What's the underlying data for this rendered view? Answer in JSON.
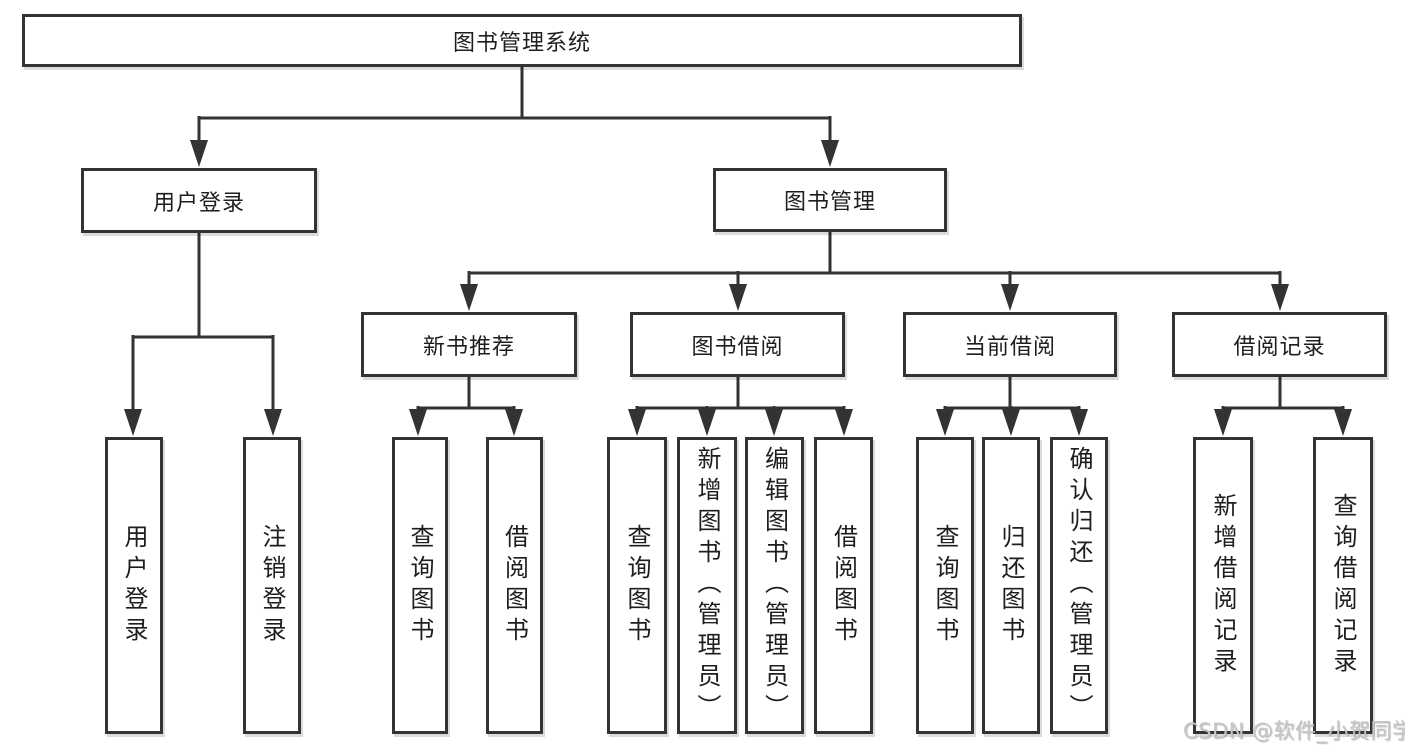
{
  "tree": {
    "root": "图书管理系统",
    "level2": [
      {
        "id": "user-login",
        "label": "用户登录",
        "leaves": [
          "用户登录",
          "注销登录"
        ]
      },
      {
        "id": "book-management",
        "label": "图书管理",
        "level3": [
          {
            "id": "new-book-recommend",
            "label": "新书推荐",
            "leaves": [
              "查询图书",
              "借阅图书"
            ]
          },
          {
            "id": "book-borrow",
            "label": "图书借阅",
            "leaves": [
              "查询图书",
              "新增图书（管理员）",
              "编辑图书（管理员）",
              "借阅图书"
            ]
          },
          {
            "id": "current-borrow",
            "label": "当前借阅",
            "leaves": [
              "查询图书",
              "归还图书",
              "确认归还（管理员）"
            ]
          },
          {
            "id": "borrow-records",
            "label": "借阅记录",
            "leaves": [
              "新增借阅记录",
              "查询借阅记录"
            ]
          }
        ]
      }
    ]
  },
  "watermark": "CSDN @软件_小贺同学",
  "colors": {
    "line": "#333333",
    "text": "#1e1e1e",
    "watermark": "#c6c6c6",
    "background": "#ffffff"
  }
}
